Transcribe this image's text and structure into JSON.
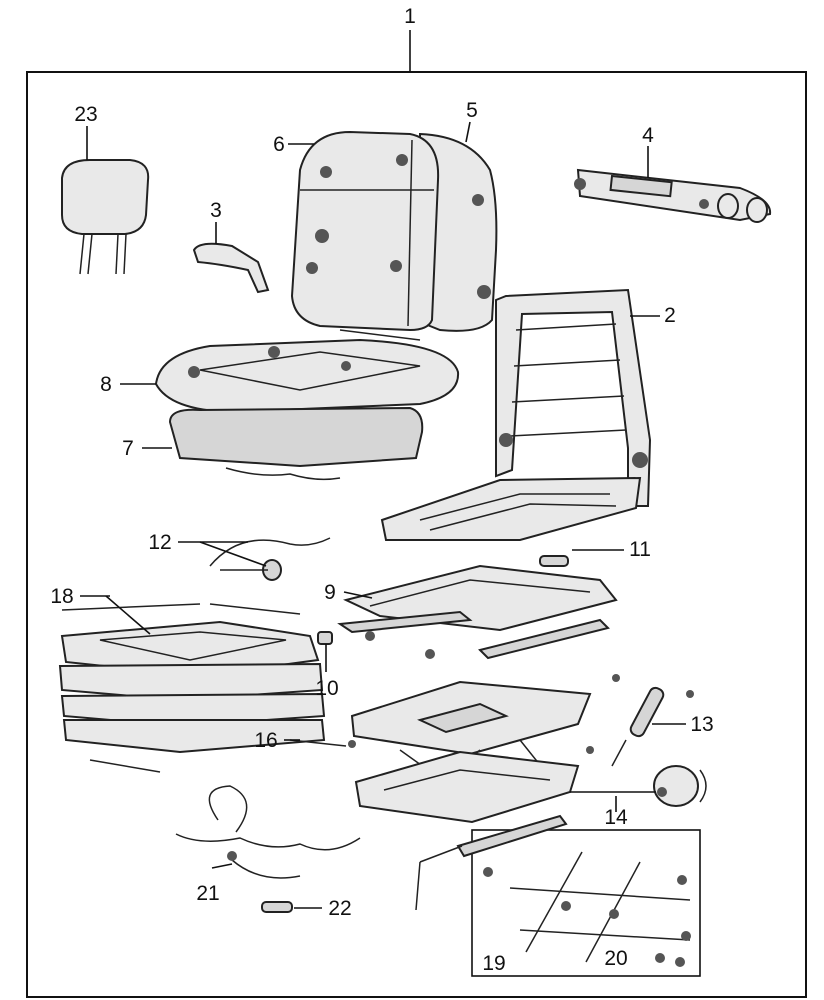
{
  "callouts": {
    "c1": "1",
    "c2": "2",
    "c3": "3",
    "c4": "4",
    "c5": "5",
    "c6": "6",
    "c7": "7",
    "c8": "8",
    "c9": "9",
    "c10": "10",
    "c11": "11",
    "c12": "12",
    "c13": "13",
    "c14": "14",
    "c16": "16",
    "c18": "18",
    "c19": "19",
    "c20": "20",
    "c21": "21",
    "c22": "22",
    "c23": "23"
  },
  "colors": {
    "ink": "#111111",
    "fill": "#e9e9e9",
    "shade": "#555555"
  }
}
